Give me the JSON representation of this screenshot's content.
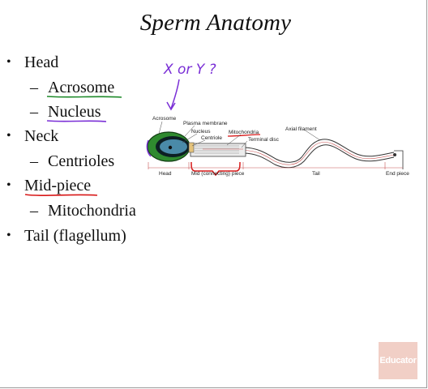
{
  "slide": {
    "title": "Sperm Anatomy",
    "bullets": [
      {
        "label": "Head",
        "level": 1
      },
      {
        "label": "Acrosome",
        "level": 2
      },
      {
        "label": "Nucleus",
        "level": 2
      },
      {
        "label": "Neck",
        "level": 1
      },
      {
        "label": "Centrioles",
        "level": 2
      },
      {
        "label": "Mid-piece",
        "level": 1
      },
      {
        "label": "Mitochondria",
        "level": 2
      },
      {
        "label": "Tail (flagellum)",
        "level": 1
      }
    ],
    "bullet_symbol": "•",
    "dash_symbol": "–"
  },
  "annotation": {
    "handwritten": "X or Y ?",
    "colors": {
      "purple": "#7a2fd6",
      "green": "#1f8a2a",
      "red": "#d81818"
    }
  },
  "diagram": {
    "labels": {
      "acrosome": "Acrosome",
      "plasma_membrane": "Plasma membrane",
      "nucleus": "Nucleus",
      "centriole": "Centriole",
      "mitochondria": "Mitochondria",
      "terminal_disc": "Terminal disc",
      "axial_filament": "Axial filament",
      "head": "Head",
      "mid_piece": "Mid (connecting) piece",
      "tail": "Tail",
      "end_piece": "End piece"
    }
  },
  "branding": {
    "logo_text": "Educator"
  }
}
